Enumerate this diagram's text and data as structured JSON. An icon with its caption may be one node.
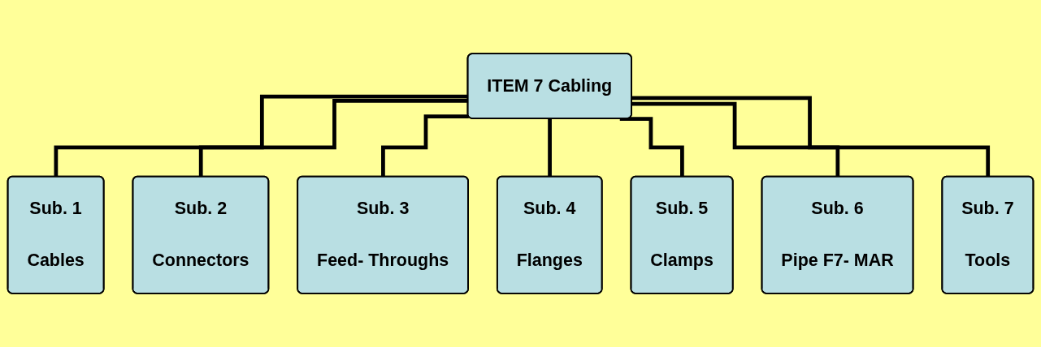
{
  "diagram": {
    "nodes": [
      {
        "text": [
          "ITEM 7 Cabling"
        ]
      },
      {
        "text": [
          "Sub. 1",
          "Cables"
        ]
      },
      {
        "text": [
          "Sub. 2",
          "Connectors"
        ]
      },
      {
        "text": [
          "Sub. 3",
          "Feed- Throughs"
        ]
      },
      {
        "text": [
          "Sub. 4",
          "Flanges"
        ]
      },
      {
        "text": [
          "Sub. 5",
          "Clamps"
        ]
      },
      {
        "text": [
          "Sub. 6",
          "Pipe F7- MAR"
        ]
      },
      {
        "text": [
          "Sub. 7",
          "Tools"
        ]
      }
    ],
    "edges": [
      {
        "from": 0,
        "to": 1,
        "arrow": "none"
      },
      {
        "from": 0,
        "to": 2,
        "arrow": "none"
      },
      {
        "from": 0,
        "to": 3,
        "arrow": "none"
      },
      {
        "from": 0,
        "to": 4,
        "arrow": "none"
      },
      {
        "from": 0,
        "to": 5,
        "arrow": "none"
      },
      {
        "from": 0,
        "to": 6,
        "arrow": "none"
      },
      {
        "from": 0,
        "to": 7,
        "arrow": "none"
      }
    ]
  }
}
